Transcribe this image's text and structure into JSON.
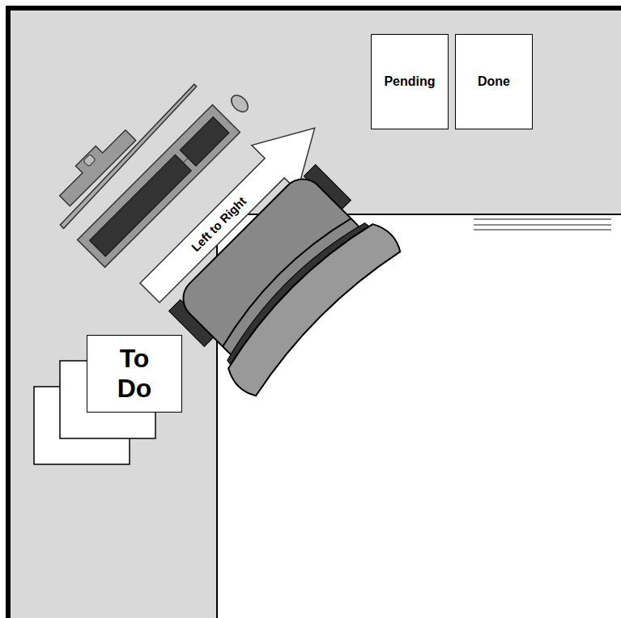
{
  "diagram": {
    "nodes": [
      {
        "text": [
          "Pending"
        ]
      },
      {
        "text": [
          "Done"
        ]
      },
      {
        "text": [
          "To Do"
        ]
      }
    ],
    "labels": [
      "Left to Right"
    ]
  }
}
